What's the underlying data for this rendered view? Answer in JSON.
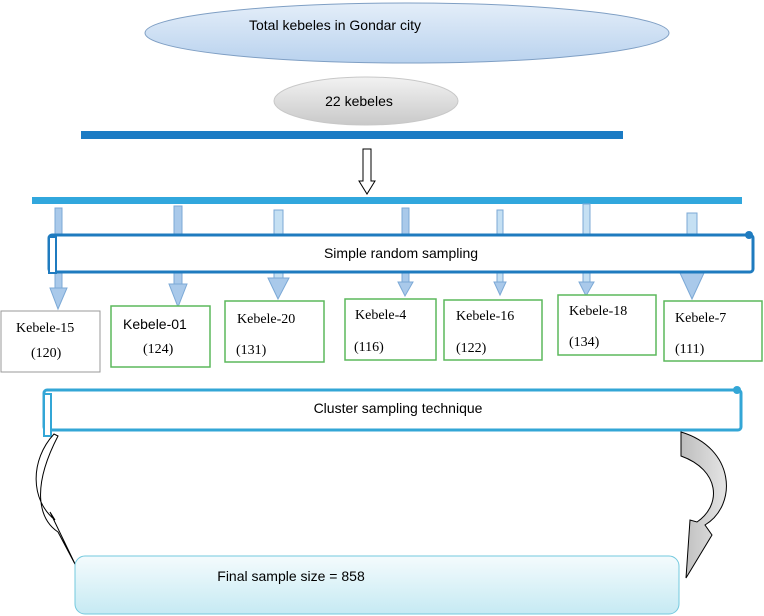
{
  "diagram": {
    "top_node": "Total kebeles in Gondar city",
    "count_node": "22 kebeles",
    "simple_sampling_label": "Simple random sampling",
    "cluster_sampling_label": "Cluster sampling technique",
    "final_label": "Final sample size = 858",
    "kebeles": [
      {
        "name": "Kebele-15",
        "count": "(120)"
      },
      {
        "name": "Kebele-01",
        "count": "(124)"
      },
      {
        "name": "Kebele-20",
        "count": "(131)"
      },
      {
        "name": "Kebele-4",
        "count": "(116)"
      },
      {
        "name": "Kebele-16",
        "count": "(122)"
      },
      {
        "name": "Kebele-18",
        "count": "(134)"
      },
      {
        "name": "Kebele-7",
        "count": "(111)"
      }
    ]
  },
  "colors": {
    "bar_blue": "#1b7bc4",
    "banner_border": "#1f7bbf",
    "cluster_border": "#33a6d6",
    "box_green": "#5cb85c",
    "box_gray": "#9a9a9a",
    "arrow_fill": "#a9c9ea",
    "ellipse_top": "#c7dcf1",
    "ellipse_gray": "#dcdcdc",
    "final_fill": "#d8f1f7"
  }
}
